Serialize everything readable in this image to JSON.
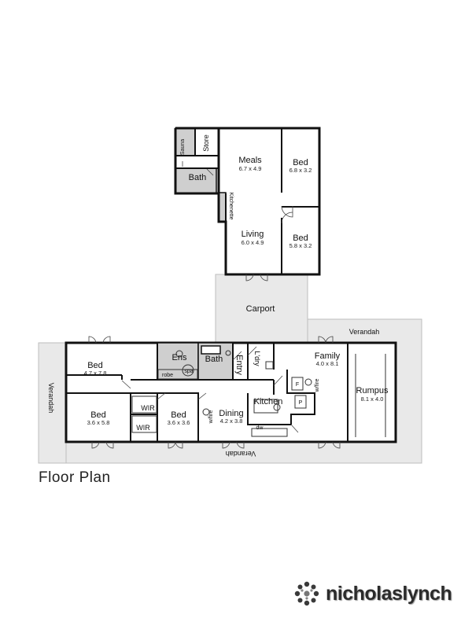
{
  "title": "Floor Plan",
  "brand": "nicholaslynch",
  "rooms": {
    "sauna": "Sauna",
    "store": "Store",
    "bath_upper": "Bath",
    "meals": {
      "name": "Meals",
      "dim": "6.7 x 4.9"
    },
    "bed_upper_1": {
      "name": "Bed",
      "dim": "6.8 x 3.2"
    },
    "kitchenette": "Kitchenette",
    "living": {
      "name": "Living",
      "dim": "6.0 x 4.9"
    },
    "bed_upper_2": {
      "name": "Bed",
      "dim": "5.8 x 3.2"
    },
    "carport": "Carport",
    "verandah_top": "Verandah",
    "verandah_left": "Verandah",
    "verandah_bottom": "Verandah",
    "bed_master": {
      "name": "Bed",
      "dim": "4.7 x 7.8"
    },
    "ens": "Ens",
    "robe": "robe",
    "spa": "spa",
    "bath_main": "Bath",
    "entry": "Entry",
    "ldry": "L'dry",
    "family": {
      "name": "Family",
      "dim": "4.0 x 8.1"
    },
    "rumpus": {
      "name": "Rumpus",
      "dim": "8.1 x 4.0"
    },
    "bed_3": {
      "name": "Bed",
      "dim": "3.6 x 5.8"
    },
    "wir_1": "WIR",
    "wir_2": "WIR",
    "bed_4": {
      "name": "Bed",
      "dim": "3.6 x 3.6"
    },
    "dining": {
      "name": "Dining",
      "dim": "4.2 x 3.8"
    },
    "kitchen": "Kitchen",
    "wfire_dining": "w/fire",
    "wfire_family": "w/fire",
    "dw": "dw",
    "pantry": "P",
    "fridge": "F"
  },
  "icons": {
    "logo": "flower-dots-logo"
  }
}
